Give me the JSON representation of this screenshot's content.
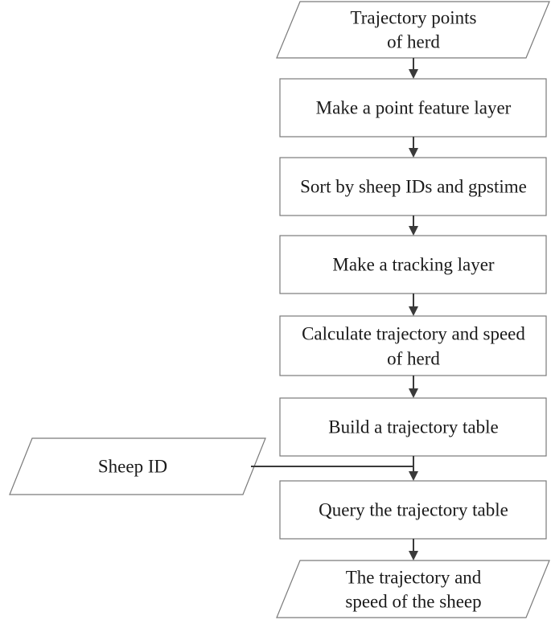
{
  "nodes": {
    "input_trajectory_points": {
      "line1": "Trajectory points",
      "line2": "of herd"
    },
    "make_point_layer": {
      "text": "Make a point feature layer"
    },
    "sort_by_ids": {
      "text": "Sort by sheep IDs and gpstime"
    },
    "make_tracking_layer": {
      "text": "Make a tracking layer"
    },
    "calculate_trajectory": {
      "line1": "Calculate trajectory and speed",
      "line2": "of herd"
    },
    "build_table": {
      "text": "Build a trajectory table"
    },
    "sheep_id": {
      "text": "Sheep ID"
    },
    "query_table": {
      "text": "Query the trajectory table"
    },
    "output": {
      "line1": "The trajectory and",
      "line2": "speed of the sheep"
    }
  }
}
